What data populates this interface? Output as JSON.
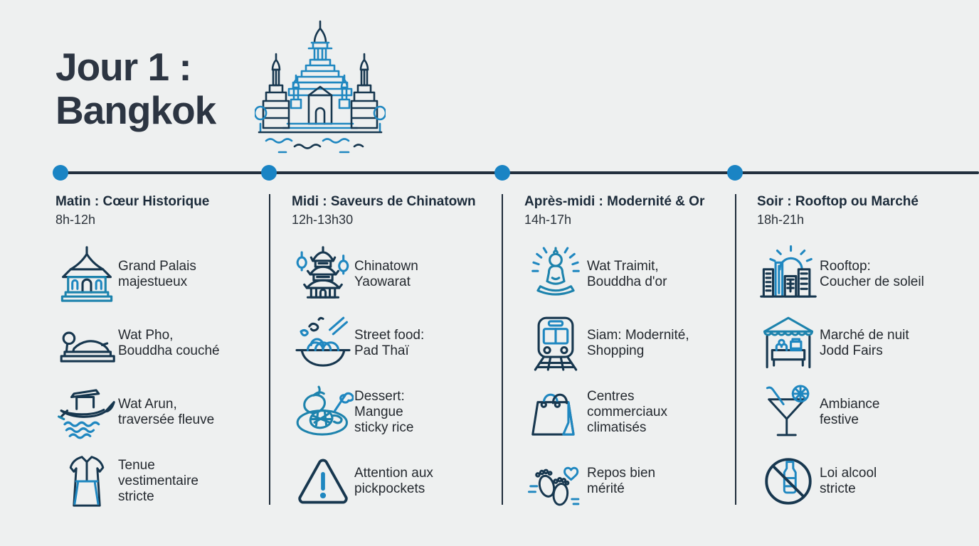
{
  "page": {
    "title_line1": "Jour 1 :",
    "title_line2": "Bangkok",
    "hero_icon": "wat-arun-temple-icon"
  },
  "colors": {
    "background": "#eef0f0",
    "title": "#2c3542",
    "heading": "#1c2b3a",
    "body_text": "#24292f",
    "timeline_line": "#22303e",
    "timeline_dot": "#1a84c4",
    "icon_navy": "#17374f",
    "icon_blue": "#1f87c0"
  },
  "timeline": {
    "dot_count": 4
  },
  "columns": [
    {
      "heading": "Matin : Cœur Historique",
      "time": "8h-12h",
      "items": [
        {
          "icon": "thai-temple-icon",
          "label": "Grand Palais\nmajestueux"
        },
        {
          "icon": "reclining-buddha-icon",
          "label": "Wat Pho,\nBouddha couché"
        },
        {
          "icon": "longtail-boat-icon",
          "label": "Wat Arun,\ntraversée fleuve"
        },
        {
          "icon": "dress-code-robe-icon",
          "label": "Tenue\nvestimentaire\nstricte"
        }
      ]
    },
    {
      "heading": "Midi : Saveurs de Chinatown",
      "time": "12h-13h30",
      "items": [
        {
          "icon": "pagoda-lanterns-icon",
          "label": "Chinatown\nYaowarat"
        },
        {
          "icon": "wok-noodles-icon",
          "label": "Street food:\nPad Thaï"
        },
        {
          "icon": "mango-sticky-rice-icon",
          "label": "Dessert:\nMangue\nsticky rice"
        },
        {
          "icon": "warning-triangle-icon",
          "label": "Attention aux\npickpockets"
        }
      ]
    },
    {
      "heading": "Après-midi : Modernité & Or",
      "time": "14h-17h",
      "items": [
        {
          "icon": "golden-buddha-icon",
          "label": "Wat Traimit,\nBouddha d'or"
        },
        {
          "icon": "bts-train-icon",
          "label": "Siam: Modernité,\nShopping"
        },
        {
          "icon": "shopping-bag-icon",
          "label": "Centres\ncommerciaux\nclimatisés"
        },
        {
          "icon": "feet-rest-icon",
          "label": "Repos bien\nmérité"
        }
      ]
    },
    {
      "heading": "Soir : Rooftop ou Marché",
      "time": "18h-21h",
      "items": [
        {
          "icon": "skyline-sunset-icon",
          "label": "Rooftop:\nCoucher de soleil"
        },
        {
          "icon": "market-stall-icon",
          "label": "Marché de nuit\nJodd Fairs"
        },
        {
          "icon": "cocktail-icon",
          "label": "Ambiance\nfestive"
        },
        {
          "icon": "no-alcohol-icon",
          "label": "Loi alcool\nstricte"
        }
      ]
    }
  ]
}
